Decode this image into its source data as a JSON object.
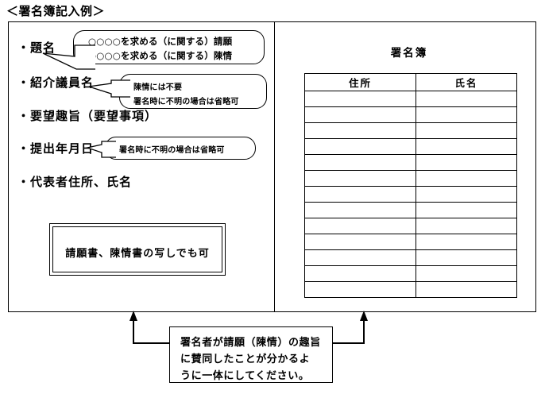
{
  "document": {
    "title": "＜署名簿記入例＞"
  },
  "left_panel": {
    "bullets": [
      {
        "label": "・題名"
      },
      {
        "label": "・紹介議員名"
      },
      {
        "label": "・要望趣旨（要望事項）"
      },
      {
        "label": "・提出年月日"
      },
      {
        "label": "・代表者住所、氏名"
      }
    ],
    "callouts": [
      {
        "name": "title-examples",
        "lines": [
          "○○○○を求める（に関する）請願",
          "○○○○を求める（に関する）陳情"
        ]
      },
      {
        "name": "introducer-note",
        "lines": [
          "陳情には不要",
          "署名時に不明の場合は省略可"
        ]
      },
      {
        "name": "submission-date-note",
        "lines": [
          "署名時に不明の場合は省略可"
        ]
      }
    ],
    "note_box": {
      "text": "請願書、陳情書の写しでも可"
    }
  },
  "right_panel": {
    "title": "署名簿",
    "table": {
      "headers": [
        "住所",
        "氏名"
      ],
      "empty_row_count": 13
    }
  },
  "bottom_note": {
    "lines": [
      "署名者が請願（陳情）の趣旨",
      "に賛同したことが分かるよ",
      "うに一体にしてください。"
    ]
  }
}
